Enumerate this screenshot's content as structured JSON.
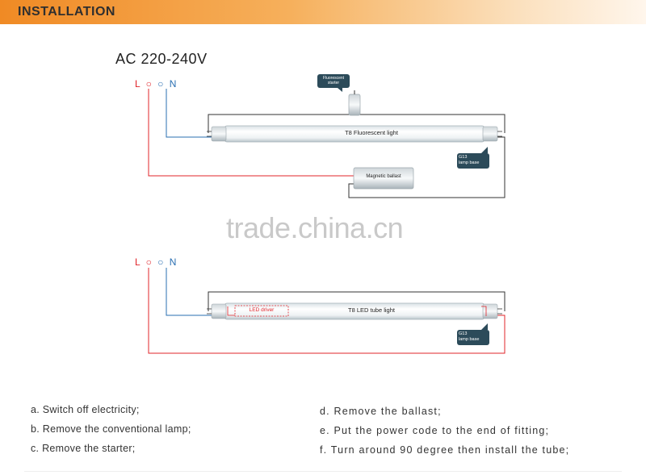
{
  "header": {
    "title": "INSTALLATION"
  },
  "voltage": "AC 220-240V",
  "terminals": {
    "line": "L",
    "neutral": "N"
  },
  "diagram1": {
    "tube_label": "T8 Fluorescent light",
    "starter_label": "Fluorescent starter",
    "lampbase_line1": "G13",
    "lampbase_line2": "lamp base",
    "ballast_label": "Magnetic ballast"
  },
  "diagram2": {
    "tube_label": "T8 LED tube light",
    "driver_label": "LED driver",
    "lampbase_line1": "G13",
    "lampbase_line2": "lamp base"
  },
  "watermark": "trade.china.cn",
  "steps_left": [
    "a. Switch off electricity;",
    "b. Remove the conventional lamp;",
    "c. Remove the starter;"
  ],
  "steps_right": [
    "d. Remove the ballast;",
    "e. Put the power code to the end of fitting;",
    "f. Turn around 90 degree then install the tube;"
  ],
  "colors": {
    "line": "#e0242a",
    "neutral": "#2a6fb2",
    "wire": "#333333",
    "header": "#f08a24"
  }
}
